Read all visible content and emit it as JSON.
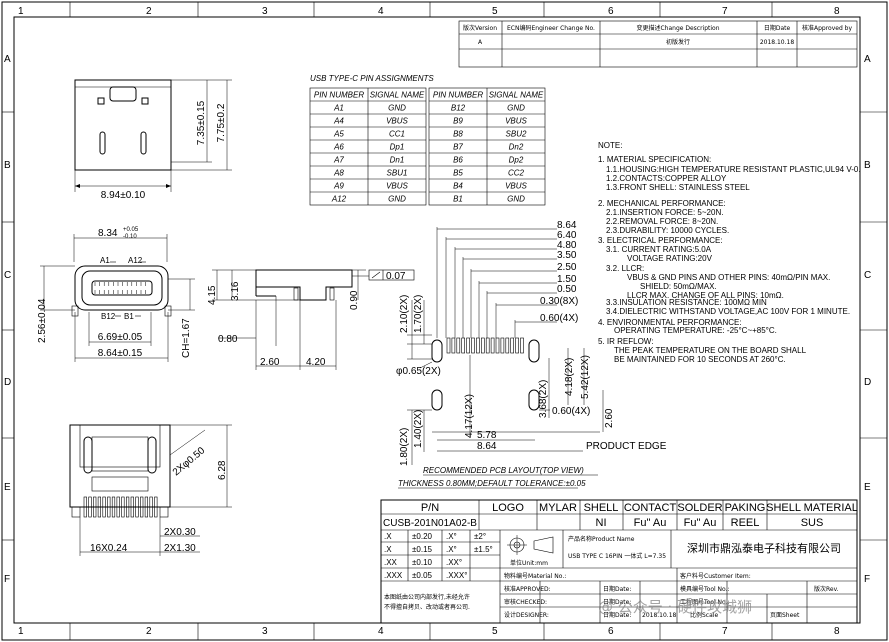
{
  "border": {
    "columns": [
      "1",
      "2",
      "3",
      "4",
      "5",
      "6",
      "7",
      "8"
    ],
    "rows": [
      "A",
      "B",
      "C",
      "D",
      "E",
      "F"
    ]
  },
  "revision_table": {
    "headers": [
      "版次Version",
      "ECN编码Engineer Change No.",
      "变更描述Change Description",
      "日期Date",
      "核准Approved by"
    ],
    "row": [
      "A",
      "",
      "初版发行",
      "2018.10.18",
      ""
    ]
  },
  "pin_table": {
    "title": "USB TYPE-C PIN ASSIGNMENTS",
    "headers": [
      "PIN NUMBER",
      "SIGNAL NAME",
      "PIN NUMBER",
      "SIGNAL NAME"
    ],
    "left": [
      [
        "A1",
        "GND"
      ],
      [
        "A4",
        "VBUS"
      ],
      [
        "A5",
        "CC1"
      ],
      [
        "A6",
        "Dp1"
      ],
      [
        "A7",
        "Dn1"
      ],
      [
        "A8",
        "SBU1"
      ],
      [
        "A9",
        "VBUS"
      ],
      [
        "A12",
        "GND"
      ]
    ],
    "right": [
      [
        "B12",
        "GND"
      ],
      [
        "B9",
        "VBUS"
      ],
      [
        "B8",
        "SBU2"
      ],
      [
        "B7",
        "Dn2"
      ],
      [
        "B6",
        "Dp2"
      ],
      [
        "B5",
        "CC2"
      ],
      [
        "B4",
        "VBUS"
      ],
      [
        "B1",
        "GND"
      ]
    ]
  },
  "notes": {
    "title": "NOTE:",
    "lines": [
      "1. MATERIAL SPECIFICATION:",
      "1.1.HOUSING:HIGH TEMPERATURE RESISTANT PLASTIC,UL94 V-0.",
      "1.2.CONTACTS:COPPER ALLOY",
      "1.3.FRONT SHELL: STAINLESS STEEL",
      "2. MECHANICAL PERFORMANCE:",
      "2.1.INSERTION FORCE: 5~20N.",
      "2.2.REMOVAL FORCE: 8~20N.",
      "2.3.DURABILITY: 10000 CYCLES.",
      "3. ELECTRICAL PERFORMANCE:",
      "3.1. CURRENT RATING:5.0A",
      "VOLTAGE RATING:20V",
      "3.2. LLCR:",
      "VBUS & GND PINS AND OTHER PINS: 40mΩ/PIN MAX.",
      "SHIELD: 50mΩ/MAX.",
      "LLCR MAX. CHANGE OF ALL PINS: 10mΩ.",
      "3.3.INSULATION RESISTANCE: 100MΩ   MIN",
      "3.4.DIELECTRIC WITHSTAND VOLTAGE,AC 100V FOR 1 MINUTE.",
      "4. ENVIRONMENTAL PERFORMANCE:",
      "OPERATING TEMPERATURE: -25°C~+85°C.",
      "5. IR REFLOW:",
      "THE PEAK TEMPERATURE ON THE BOARD SHALL",
      "BE MAINTAINED FOR 10 SECONDS AT 260°C."
    ]
  },
  "views": {
    "top_view": {
      "w": "8.94±0.10",
      "h1": "7.35±0.15",
      "h2": "7.75±0.2"
    },
    "front_view": {
      "w_top": "8.34",
      "tol_plus": "+0.05",
      "tol_minus": "-0.10",
      "label_a1": "A1",
      "label_a12": "A12",
      "label_b12": "B12",
      "label_b1": "B1",
      "w_inner": "6.69±0.05",
      "w_body": "8.64±0.15",
      "h": "2.56±0.04",
      "ch": "CH=1.67"
    },
    "side_view": {
      "h1": "4.15",
      "h2": "3.16",
      "h3": "0.90",
      "flat": "0.07",
      "d1": "0.80",
      "d2": "2.60",
      "d3": "4.20"
    },
    "bottom_view": {
      "r": "2Xφ0.50",
      "h": "6.28",
      "a": "2X0.30",
      "b": "16X0.24",
      "c": "2X1.30"
    },
    "pcb": {
      "top_dims": [
        "8.64",
        "6.40",
        "4.80",
        "3.50",
        "2.50",
        "1.50",
        "0.50",
        "0.30(8X)",
        "0.60(4X)"
      ],
      "left_dims": [
        "2.10(2X)",
        "1.70(2X)"
      ],
      "slot": "φ0.65(2X)",
      "mid_dims": [
        "4.17(12X)",
        "3.68(2X)",
        "4.18(2X)",
        "5.42(12X)"
      ],
      "lower_dims": [
        "0.60(4X)",
        "2.60",
        "1.80(2X)",
        "1.40(2X)",
        "5.78",
        "8.64"
      ],
      "product_edge": "PRODUCT EDGE",
      "caption1": "RECOMMENDED PCB LAYOUT(TOP VIEW)",
      "caption2": "THICKNESS 0.80MM;DEFAULT TOLERANCE:±0.05"
    }
  },
  "title_block": {
    "pn_label": "P/N",
    "pn": "CUSB-201N01A02-B",
    "headers": [
      "LOGO",
      "MYLAR",
      "SHELL",
      "CONTACT",
      "SOLDER",
      "PAKING",
      "SHELL MATERIAL"
    ],
    "values": [
      "",
      "",
      "NI",
      "Fu\" Au",
      "Fu\" Au",
      "REEL",
      "SUS"
    ],
    "tolerances": [
      [
        ".X",
        "±0.20",
        ".X°",
        "±2°"
      ],
      [
        ".X",
        "±0.15",
        ".X°",
        "±1.5°"
      ],
      [
        ".XX",
        "±0.10",
        ".XX°",
        ""
      ],
      [
        ".XXX",
        "±0.05",
        ".XXX°",
        ""
      ]
    ],
    "product_name_label": "产品名称Product Name",
    "product_name": "USB TYPE C 16PIN 一体式 L=7.35",
    "company": "深圳市鼎泓泰电子科技有限公司",
    "unit_label": "单位Unit:mm",
    "material_label": "物料编号Material No.:",
    "customer_label": "客户料号Customer Item:",
    "mold_label": "模具编号Tool No.:",
    "rev_label": "版次Rev.",
    "drawing_label": "工程图号Tool No.:",
    "sheet_label": "页面Sheet",
    "scale_label": "比例Scale",
    "approval_labels": [
      "核准APPROVED:",
      "审核CHECKED:",
      "设计DESIGNER:"
    ],
    "date_labels": [
      "日期Date:",
      "日期Date:",
      "日期Date:"
    ],
    "date_value": "2018.10.18",
    "disclaimer1": "本图纸由公司内部发行,未经允许",
    "disclaimer2": "不得擅自拷贝、改动或者再公司.",
    "watermark": "@ 公众号 · 硬件攻城狮"
  }
}
